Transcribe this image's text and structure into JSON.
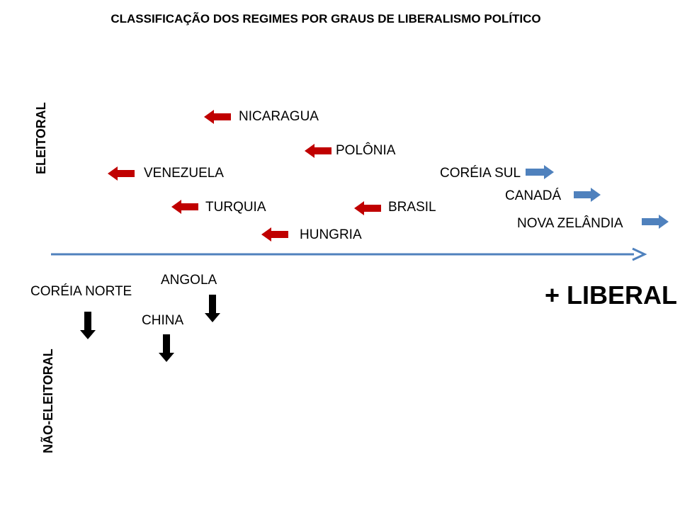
{
  "title": "CLASSIFICAÇÃO  DOS REGIMES POR GRAUS DE LIBERALISMO POLÍTICO",
  "axis": {
    "electoral_label": "ELEITORAL",
    "non_electoral_label": "NÃO-ELEITORAL",
    "liberal_label": "+ LIBERAL"
  },
  "countries": {
    "nicaragua": "NICARAGUA",
    "polonia": "POLÔNIA",
    "venezuela": "VENEZUELA",
    "coreia_sul": "CORÉIA SUL",
    "canada": "CANADÁ",
    "turquia": "TURQUIA",
    "brasil": "BRASIL",
    "nova_zelandia": "NOVA ZELÂNDIA",
    "hungria": "HUNGRIA",
    "angola": "ANGOLA",
    "coreia_norte": "CORÉIA NORTE",
    "china": "CHINA"
  },
  "colors": {
    "axis": "#4f81bd",
    "less_liberal": "#c00000",
    "more_liberal": "#4f81bd",
    "non_electoral": "#000000"
  },
  "arrow_direction": {
    "nicaragua": "left",
    "polonia": "left",
    "venezuela": "left",
    "turquia": "left",
    "brasil": "left",
    "hungria": "left",
    "coreia_sul": "right",
    "canada": "right",
    "nova_zelandia": "right",
    "angola": "down",
    "coreia_norte": "down",
    "china": "down"
  }
}
